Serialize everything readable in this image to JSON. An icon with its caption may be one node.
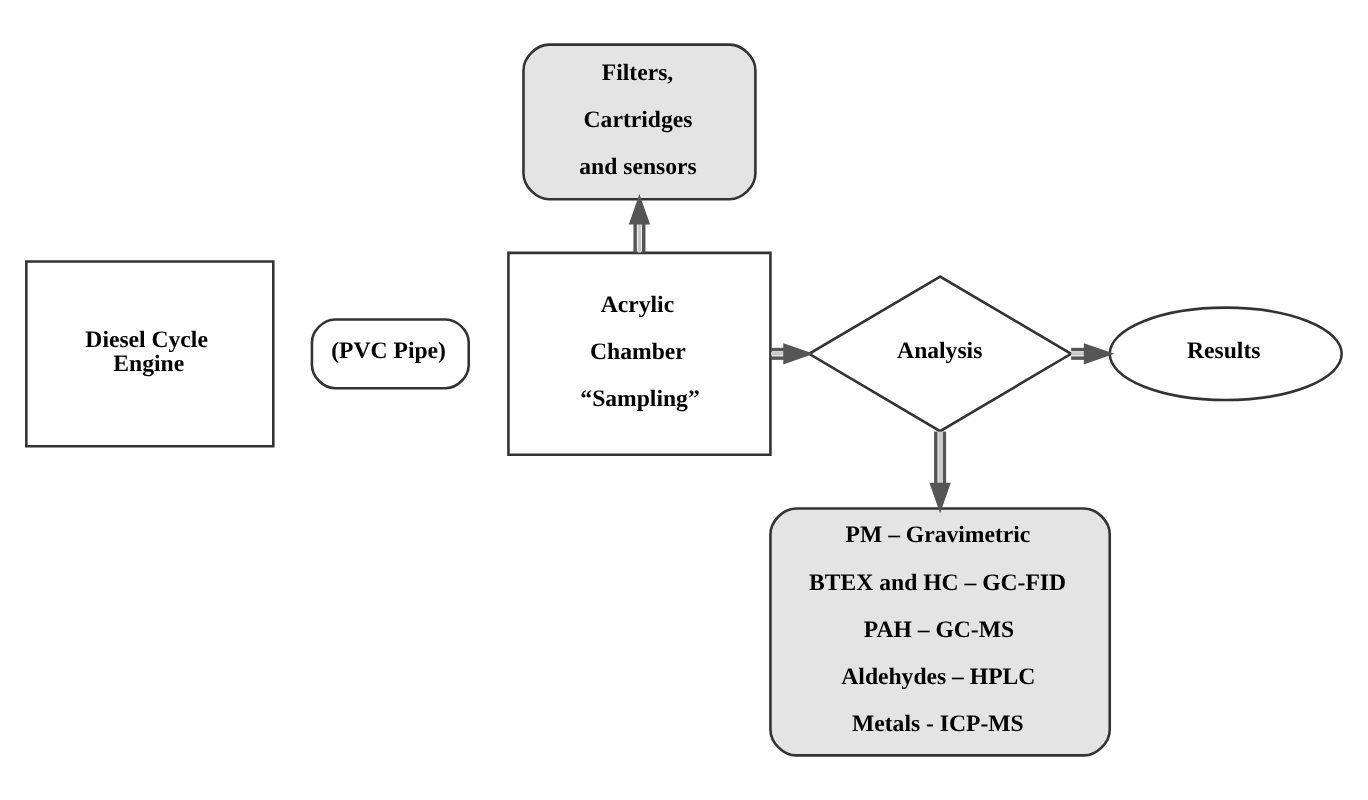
{
  "diagram": {
    "nodes": [
      {
        "text": [
          "Filters, Cartridges and sensors"
        ]
      },
      {
        "text": [
          "Diesel Cycle Engine"
        ]
      },
      {
        "text": [
          "(PVC Pipe)"
        ]
      },
      {
        "text": [
          "Acrylic Chamber “Sampling”"
        ]
      },
      {
        "text": [
          "Analysis"
        ]
      },
      {
        "text": [
          "Results"
        ]
      },
      {
        "text": [
          "PM – Gravimetric",
          "BTEX and HC – GC-FID",
          "PAH – GC-MS",
          "Aldehydes – HPLC",
          "Metals - ICP-MS"
        ]
      }
    ],
    "edges": [
      {
        "from": 3,
        "to": 0,
        "arrow": "to"
      },
      {
        "from": 3,
        "to": 4,
        "arrow": "to"
      },
      {
        "from": 4,
        "to": 5,
        "arrow": "to"
      },
      {
        "from": 4,
        "to": 6,
        "arrow": "to"
      }
    ]
  }
}
